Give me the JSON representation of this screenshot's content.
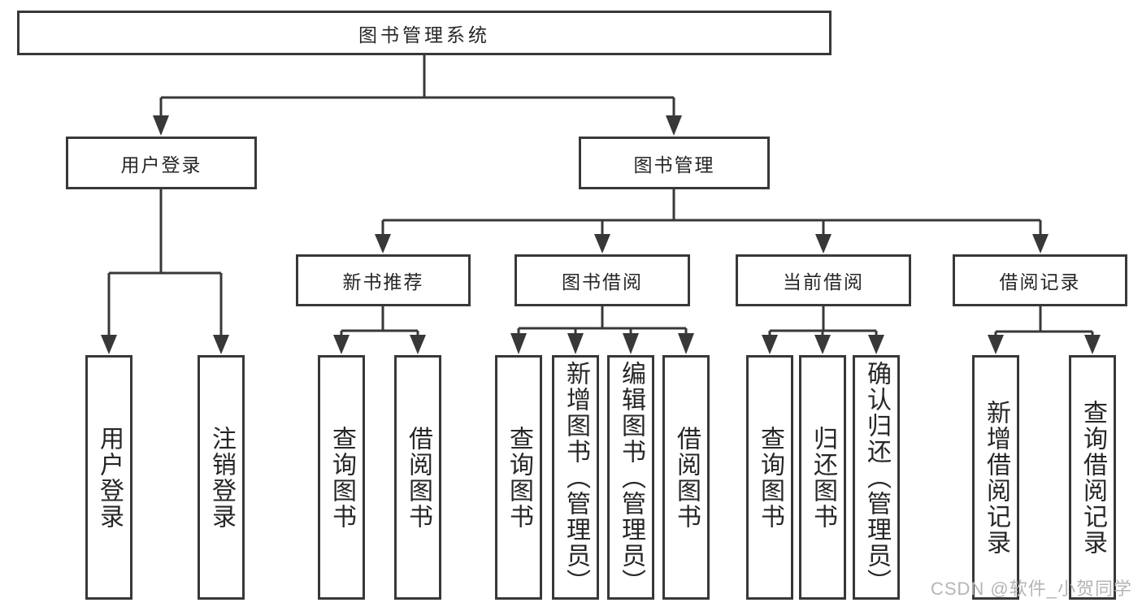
{
  "diagram": {
    "title": "图书管理系统",
    "level2": {
      "user_login": "用户登录",
      "book_mgmt": "图书管理"
    },
    "level3": {
      "new_books": "新书推荐",
      "book_borrow": "图书借阅",
      "current_borrow": "当前借阅",
      "borrow_records": "借阅记录"
    },
    "leaves": {
      "user_login_1": "用户登录",
      "user_login_2": "注销登录",
      "new_books_1": "查询图书",
      "new_books_2": "借阅图书",
      "book_borrow_1": "查询图书",
      "book_borrow_2": "新增图书（管理员）",
      "book_borrow_3": "编辑图书（管理员）",
      "book_borrow_4": "借阅图书",
      "current_borrow_1": "查询图书",
      "current_borrow_2": "归还图书",
      "current_borrow_3": "确认归还（管理员）",
      "borrow_records_1": "新增借阅记录",
      "borrow_records_2": "查询借阅记录"
    }
  },
  "watermark": "CSDN @软件_小贺同学",
  "colors": {
    "line": "#383838",
    "text": "#262626",
    "box_background": "#ffffff",
    "watermark": "#b5b5b5",
    "background": "#ffffff"
  }
}
